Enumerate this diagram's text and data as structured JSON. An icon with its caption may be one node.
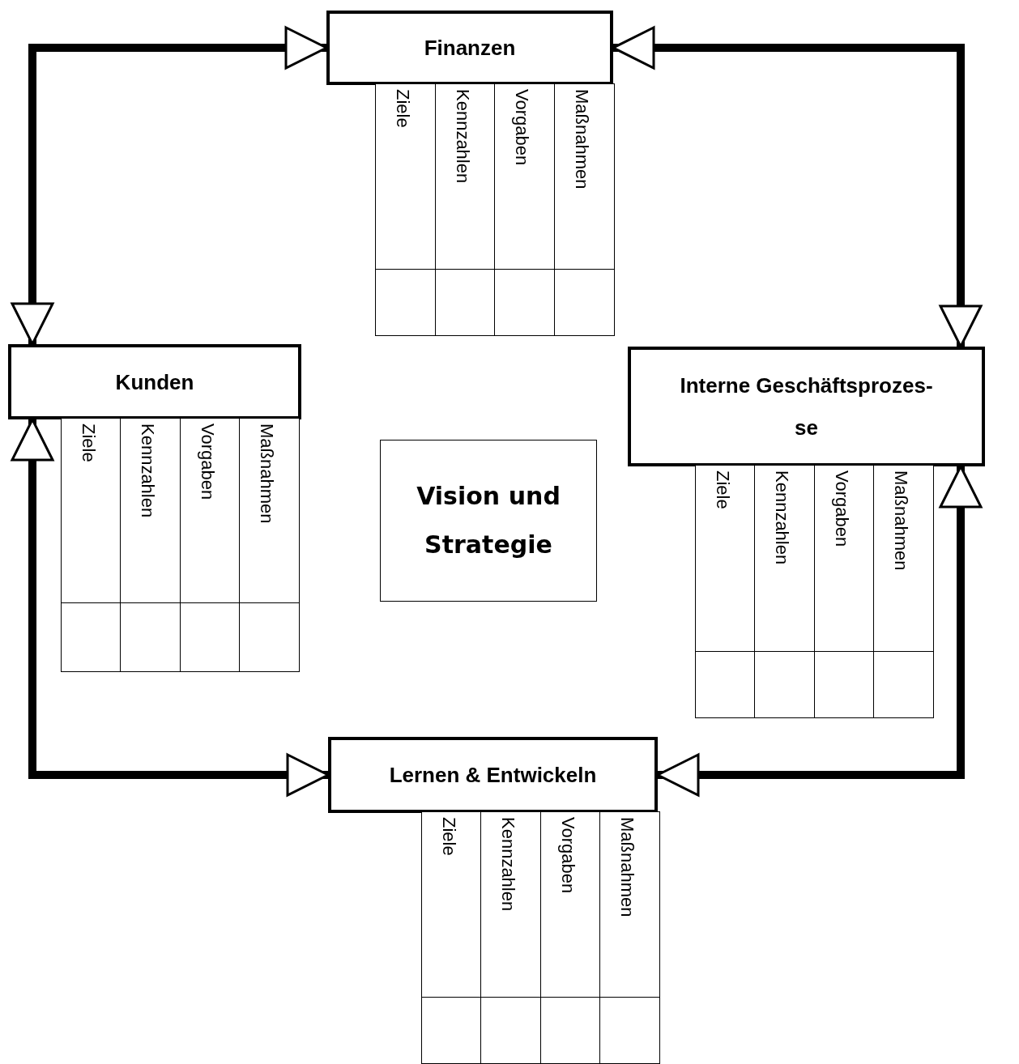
{
  "diagram": {
    "nodes": [
      {
        "text": [
          "Finanzen"
        ]
      },
      {
        "text": [
          "Kunden"
        ]
      },
      {
        "text": [
          "Interne Geschäftsprozes- se"
        ]
      },
      {
        "text": [
          "Vision und Strategie"
        ]
      },
      {
        "text": [
          "Lernen & Entwickeln"
        ]
      }
    ],
    "edges": [
      {
        "from": 1,
        "to": 0,
        "arrow": "both"
      },
      {
        "from": 0,
        "to": 2,
        "arrow": "both"
      },
      {
        "from": 1,
        "to": 4,
        "arrow": "both"
      },
      {
        "from": 4,
        "to": 2,
        "arrow": "both"
      }
    ],
    "labels": [
      "Ziele",
      "Kennzahlen",
      "Vorgaben",
      "Maßnahmen",
      "Ziele",
      "Kennzahlen",
      "Vorgaben",
      "Maßnahmen",
      "Ziele",
      "Kennzahlen",
      "Vorgaben",
      "Maßnahmen",
      "Ziele",
      "Kennzahlen",
      "Vorgaben",
      "Maßnahmen"
    ]
  }
}
